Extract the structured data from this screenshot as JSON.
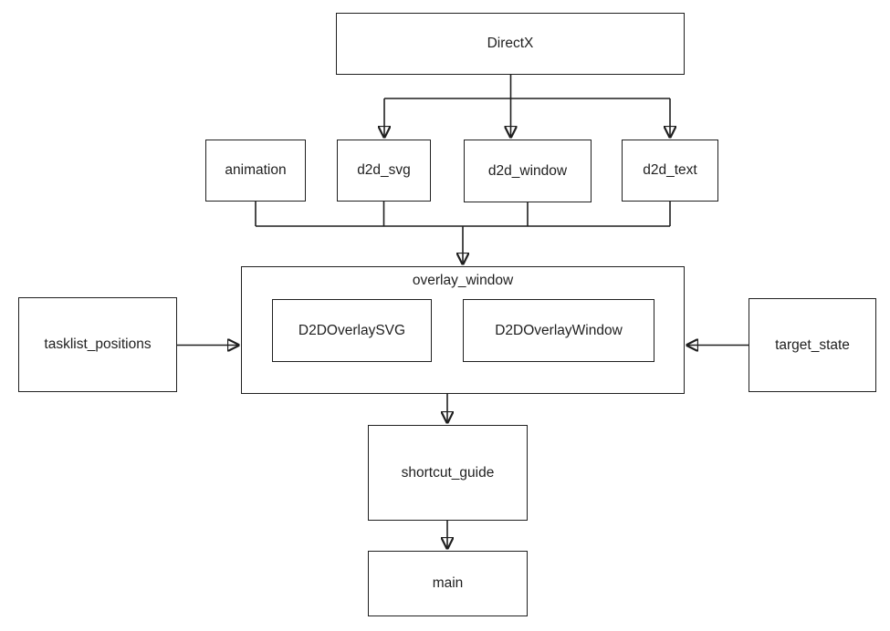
{
  "diagram": {
    "type": "dependency-flowchart",
    "colors": {
      "line": "#1f1f1f",
      "text": "#1f1f1f",
      "background": "#ffffff"
    },
    "nodes": {
      "directx": {
        "label": "DirectX"
      },
      "animation": {
        "label": "animation"
      },
      "d2d_svg": {
        "label": "d2d_svg"
      },
      "d2d_window": {
        "label": "d2d_window"
      },
      "d2d_text": {
        "label": "d2d_text"
      },
      "overlay_window": {
        "label": "overlay_window"
      },
      "d2d_overlay_svg": {
        "label": "D2DOverlaySVG"
      },
      "d2d_overlay_window": {
        "label": "D2DOverlayWindow"
      },
      "tasklist_positions": {
        "label": "tasklist_positions"
      },
      "target_state": {
        "label": "target_state"
      },
      "shortcut_guide": {
        "label": "shortcut_guide"
      },
      "main": {
        "label": "main"
      }
    },
    "contains": [
      {
        "parent": "overlay_window",
        "children": [
          "D2DOverlaySVG",
          "D2DOverlayWindow"
        ]
      }
    ],
    "edges": [
      {
        "from": "DirectX",
        "to": "d2d_svg",
        "style": "arrow"
      },
      {
        "from": "DirectX",
        "to": "d2d_window",
        "style": "arrow"
      },
      {
        "from": "DirectX",
        "to": "d2d_text",
        "style": "arrow"
      },
      {
        "from": "animation",
        "to": "overlay_window",
        "style": "arrow"
      },
      {
        "from": "d2d_svg",
        "to": "overlay_window",
        "style": "arrow"
      },
      {
        "from": "d2d_window",
        "to": "overlay_window",
        "style": "arrow"
      },
      {
        "from": "d2d_text",
        "to": "overlay_window",
        "style": "arrow"
      },
      {
        "from": "tasklist_positions",
        "to": "overlay_window",
        "style": "arrow"
      },
      {
        "from": "target_state",
        "to": "overlay_window",
        "style": "arrow"
      },
      {
        "from": "overlay_window",
        "to": "shortcut_guide",
        "style": "arrow"
      },
      {
        "from": "shortcut_guide",
        "to": "main",
        "style": "arrow"
      }
    ]
  }
}
